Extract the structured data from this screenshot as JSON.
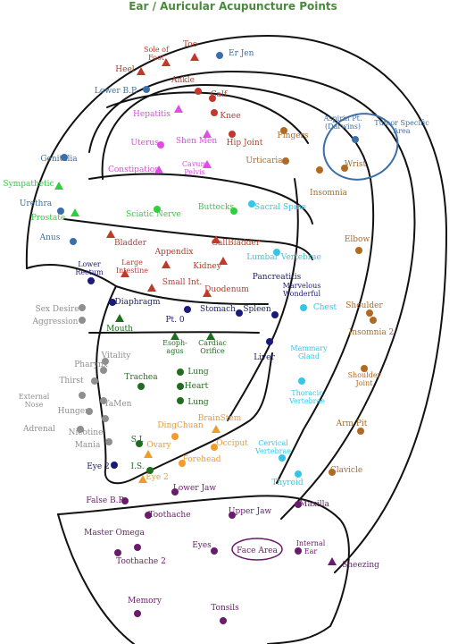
{
  "title": "Ear / Auricular Acupuncture Points",
  "colors": {
    "red": "#c0392b",
    "magenta": "#e14be6",
    "green": "#2fcf3c",
    "cyan": "#32c7e8",
    "brown": "#b06a22",
    "navy": "#1a1a7a",
    "gray": "#8f8f8f",
    "dkgreen": "#1e6e1e",
    "orange": "#f29b2a",
    "purple": "#6a1b6a",
    "blue": "#3c6fa8",
    "line": "#111111"
  },
  "points": [
    {
      "id": "sole-of-foot",
      "label": "Sole of|Foot",
      "color": "red",
      "marker": "tri"
    },
    {
      "id": "toe",
      "label": "Toe",
      "color": "red",
      "marker": "tri"
    },
    {
      "id": "er-jen",
      "label": "Er Jen",
      "color": "blue",
      "marker": "dot"
    },
    {
      "id": "heel",
      "label": "Heel",
      "color": "red",
      "marker": "tri"
    },
    {
      "id": "ankle",
      "label": "Ankle",
      "color": "red",
      "marker": "dot"
    },
    {
      "id": "lower-bp",
      "label": "Lower B.P.",
      "color": "blue",
      "marker": "dot"
    },
    {
      "id": "calf",
      "label": "Calf",
      "color": "red",
      "marker": "dot"
    },
    {
      "id": "knee",
      "label": "Knee",
      "color": "red",
      "marker": "dot"
    },
    {
      "id": "hepatitis",
      "label": "Hepatitis",
      "color": "magenta",
      "marker": "tri"
    },
    {
      "id": "aspirin-pt",
      "label": "Aspirin Pt.|(Darwins)",
      "color": "blue",
      "marker": "dot"
    },
    {
      "id": "tumor-specific",
      "label": "Tumor Specific|Area",
      "color": "blue",
      "marker": "none"
    },
    {
      "id": "uterus",
      "label": "Uterus",
      "color": "magenta",
      "marker": "dot"
    },
    {
      "id": "shen-men",
      "label": "Shen Men",
      "color": "magenta",
      "marker": "tri"
    },
    {
      "id": "hip-joint",
      "label": "Hip Joint",
      "color": "red",
      "marker": "dot"
    },
    {
      "id": "fingers",
      "label": "Fingers",
      "color": "brown",
      "marker": "dot"
    },
    {
      "id": "genitalia",
      "label": "Genitalia",
      "color": "blue",
      "marker": "dot"
    },
    {
      "id": "urticaria",
      "label": "Urticaria",
      "color": "brown",
      "marker": "dot"
    },
    {
      "id": "wrist",
      "label": "Wrist",
      "color": "brown",
      "marker": "dot"
    },
    {
      "id": "constipation",
      "label": "Constipation",
      "color": "magenta",
      "marker": "tri"
    },
    {
      "id": "cavum-pelvis",
      "label": "Cavum|Pelvis",
      "color": "magenta",
      "marker": "tri"
    },
    {
      "id": "insomnia",
      "label": "Insomnia",
      "color": "brown",
      "marker": "dot"
    },
    {
      "id": "sympathetic",
      "label": "Sympathetic",
      "color": "green",
      "marker": "tri"
    },
    {
      "id": "urethra",
      "label": "Urethra",
      "color": "blue",
      "marker": "dot"
    },
    {
      "id": "prostate",
      "label": "Prostate",
      "color": "green",
      "marker": "tri"
    },
    {
      "id": "buttocks",
      "label": "Buttocks",
      "color": "green",
      "marker": "dot"
    },
    {
      "id": "sacral-spine",
      "label": "Sacral Spine",
      "color": "cyan",
      "marker": "dot"
    },
    {
      "id": "sciatic-nerve",
      "label": "Sciatic Nerve",
      "color": "green",
      "marker": "dot"
    },
    {
      "id": "anus",
      "label": "Anus",
      "color": "blue",
      "marker": "dot"
    },
    {
      "id": "elbow",
      "label": "Elbow",
      "color": "brown",
      "marker": "dot"
    },
    {
      "id": "bladder",
      "label": "Bladder",
      "color": "red",
      "marker": "tri"
    },
    {
      "id": "gallbladder",
      "label": "GallBladder",
      "color": "red",
      "marker": "tri"
    },
    {
      "id": "lumbar-vertebrae",
      "label": "Lumbar Vertebrae",
      "color": "cyan",
      "marker": "dot"
    },
    {
      "id": "appendix",
      "label": "Appendix",
      "color": "red",
      "marker": "tri"
    },
    {
      "id": "large-intestine",
      "label": "Large|Intestine",
      "color": "red",
      "marker": "tri"
    },
    {
      "id": "lower-rectum",
      "label": "Lower|Rectum",
      "color": "navy",
      "marker": "dot"
    },
    {
      "id": "kidney",
      "label": "Kidney",
      "color": "red",
      "marker": "tri"
    },
    {
      "id": "pancreatitis",
      "label": "Pancreatitis",
      "color": "navy",
      "marker": "none"
    },
    {
      "id": "small-int",
      "label": "Small Int.",
      "color": "red",
      "marker": "tri"
    },
    {
      "id": "duodenum",
      "label": "Duodenum",
      "color": "red",
      "marker": "tri"
    },
    {
      "id": "marvelous-wonderful",
      "label": "Marvelous|Wonderful",
      "color": "navy",
      "marker": "none"
    },
    {
      "id": "diaphragm",
      "label": "Diaphragm",
      "color": "navy",
      "marker": "dot"
    },
    {
      "id": "stomach",
      "label": "Stomach",
      "color": "navy",
      "marker": "dot"
    },
    {
      "id": "spleen",
      "label": "Spleen",
      "color": "navy",
      "marker": "dot"
    },
    {
      "id": "chest",
      "label": "Chest",
      "color": "cyan",
      "marker": "dot"
    },
    {
      "id": "shoulder",
      "label": "Shoulder",
      "color": "brown",
      "marker": "dot"
    },
    {
      "id": "sex-desire",
      "label": "Sex Desire",
      "color": "gray",
      "marker": "dot"
    },
    {
      "id": "aggression",
      "label": "Aggression",
      "color": "gray",
      "marker": "dot"
    },
    {
      "id": "pt-0",
      "label": "Pt. 0",
      "color": "navy",
      "marker": "dot"
    },
    {
      "id": "insomnia-2",
      "label": "Insomnia 2",
      "color": "brown",
      "marker": "dot"
    },
    {
      "id": "mouth",
      "label": "Mouth",
      "color": "dkgreen",
      "marker": "tri"
    },
    {
      "id": "esophagus",
      "label": "Esoph-|agus",
      "color": "dkgreen",
      "marker": "tri"
    },
    {
      "id": "cardiac-orifice",
      "label": "Cardiac|Orifice",
      "color": "dkgreen",
      "marker": "tri"
    },
    {
      "id": "mammary-gland",
      "label": "Mammary|Gland",
      "color": "cyan",
      "marker": "none"
    },
    {
      "id": "liver",
      "label": "Liver",
      "color": "navy",
      "marker": "dot"
    },
    {
      "id": "vitality",
      "label": "Vitality",
      "color": "gray",
      "marker": "dot"
    },
    {
      "id": "pharynx",
      "label": "Pharynx",
      "color": "gray",
      "marker": "dot"
    },
    {
      "id": "shoulder-joint",
      "label": "Shoulder|Joint",
      "color": "brown",
      "marker": "dot"
    },
    {
      "id": "thirst",
      "label": "Thirst",
      "color": "gray",
      "marker": "dot"
    },
    {
      "id": "trachea",
      "label": "Trachea",
      "color": "dkgreen",
      "marker": "dot"
    },
    {
      "id": "lung-1",
      "label": "Lung",
      "color": "dkgreen",
      "marker": "dot"
    },
    {
      "id": "heart",
      "label": "Heart",
      "color": "dkgreen",
      "marker": "dot"
    },
    {
      "id": "lung-2",
      "label": "Lung",
      "color": "dkgreen",
      "marker": "dot"
    },
    {
      "id": "thoracic-vertebrae",
      "label": "Thoracic|Vertebrae",
      "color": "cyan",
      "marker": "dot"
    },
    {
      "id": "external-nose",
      "label": "External|Nose",
      "color": "gray",
      "marker": "dot"
    },
    {
      "id": "yamen",
      "label": "YaMen",
      "color": "gray",
      "marker": "dot"
    },
    {
      "id": "hunger",
      "label": "Hunger",
      "color": "gray",
      "marker": "dot"
    },
    {
      "id": "brainstem",
      "label": "BrainStem",
      "color": "orange",
      "marker": "tri"
    },
    {
      "id": "dingchuan",
      "label": "DingChuan",
      "color": "orange",
      "marker": "dot"
    },
    {
      "id": "arm-pit",
      "label": "Arm Pit",
      "color": "brown",
      "marker": "dot"
    },
    {
      "id": "adrenal",
      "label": "Adrenal",
      "color": "gray",
      "marker": "dot"
    },
    {
      "id": "nicotine",
      "label": "Nicotine",
      "color": "gray",
      "marker": "dot"
    },
    {
      "id": "mania",
      "label": "Mania",
      "color": "gray",
      "marker": "dot"
    },
    {
      "id": "sj",
      "label": "S.J.",
      "color": "dkgreen",
      "marker": "dot"
    },
    {
      "id": "ovary",
      "label": "Ovary",
      "color": "orange",
      "marker": "tri"
    },
    {
      "id": "occiput",
      "label": "Occiput",
      "color": "orange",
      "marker": "dot"
    },
    {
      "id": "cervical-vertebrae",
      "label": "Cervical|Vertebrae",
      "color": "cyan",
      "marker": "dot"
    },
    {
      "id": "forehead",
      "label": "Forehead",
      "color": "orange",
      "marker": "dot"
    },
    {
      "id": "eye-2",
      "label": "Eye 2",
      "color": "navy",
      "marker": "dot"
    },
    {
      "id": "is",
      "label": "I.S.",
      "color": "dkgreen",
      "marker": "dot"
    },
    {
      "id": "eye-2b",
      "label": "Eye 2",
      "color": "orange",
      "marker": "tri"
    },
    {
      "id": "clavicle",
      "label": "Clavicle",
      "color": "brown",
      "marker": "dot"
    },
    {
      "id": "thyroid",
      "label": "Thyroid",
      "color": "cyan",
      "marker": "dot"
    },
    {
      "id": "lower-jaw",
      "label": "Lower Jaw",
      "color": "purple",
      "marker": "dot"
    },
    {
      "id": "false-bp",
      "label": "False B.P.",
      "color": "purple",
      "marker": "dot"
    },
    {
      "id": "maxilla",
      "label": "Maxilla",
      "color": "purple",
      "marker": "dot"
    },
    {
      "id": "toothache",
      "label": "Toothache",
      "color": "purple",
      "marker": "dot"
    },
    {
      "id": "upper-jaw",
      "label": "Upper Jaw",
      "color": "purple",
      "marker": "dot"
    },
    {
      "id": "master-omega",
      "label": "Master Omega",
      "color": "purple",
      "marker": "dot"
    },
    {
      "id": "eyes",
      "label": "Eyes",
      "color": "purple",
      "marker": "dot"
    },
    {
      "id": "face-area",
      "label": "Face Area",
      "color": "purple",
      "marker": "none"
    },
    {
      "id": "internal-ear",
      "label": "Internal|Ear",
      "color": "purple",
      "marker": "dot"
    },
    {
      "id": "toothache-2",
      "label": "Toothache 2",
      "color": "purple",
      "marker": "dot"
    },
    {
      "id": "sneezing",
      "label": "Sneezing",
      "color": "purple",
      "marker": "tri"
    },
    {
      "id": "memory",
      "label": "Memory",
      "color": "purple",
      "marker": "dot"
    },
    {
      "id": "tonsils",
      "label": "Tonsils",
      "color": "purple",
      "marker": "dot"
    }
  ]
}
